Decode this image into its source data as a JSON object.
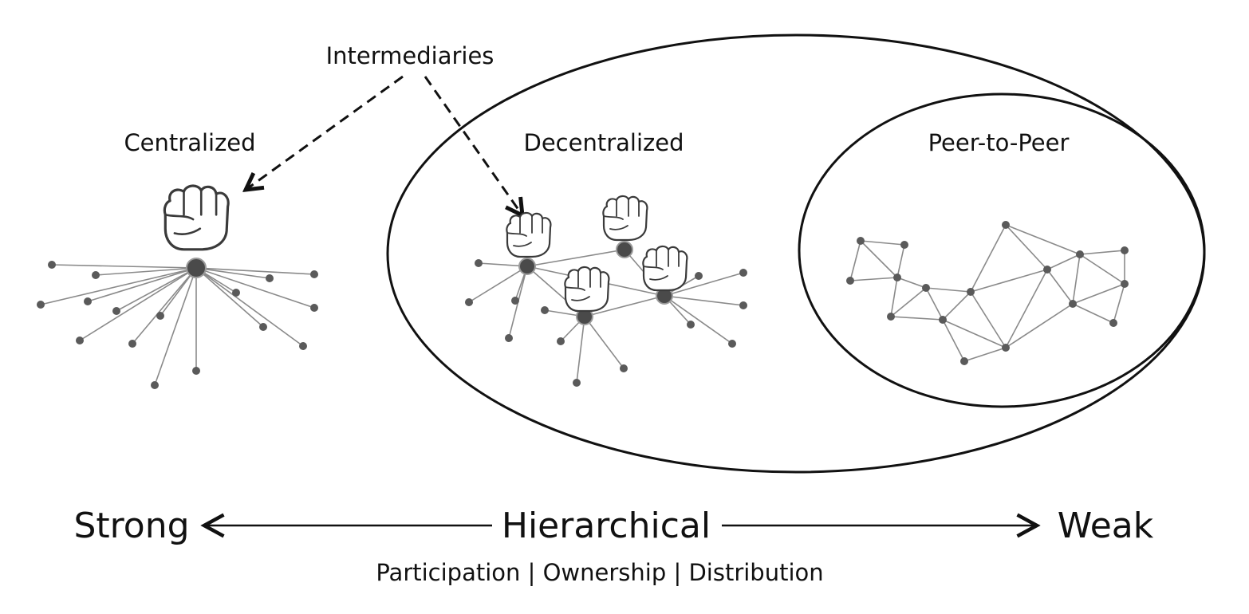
{
  "labels": {
    "intermediaries": "Intermediaries",
    "centralized": "Centralized",
    "decentralized": "Decentralized",
    "peer_to_peer": "Peer-to-Peer",
    "strong": "Strong",
    "hierarchical": "Hierarchical",
    "weak": "Weak",
    "subtitle": "Participation | Ownership | Distribution"
  },
  "icons": {
    "intermediary": "fist-icon"
  },
  "colors": {
    "ink": "#111111",
    "node": "#5a5a5a",
    "edge": "#8a8a8a"
  }
}
